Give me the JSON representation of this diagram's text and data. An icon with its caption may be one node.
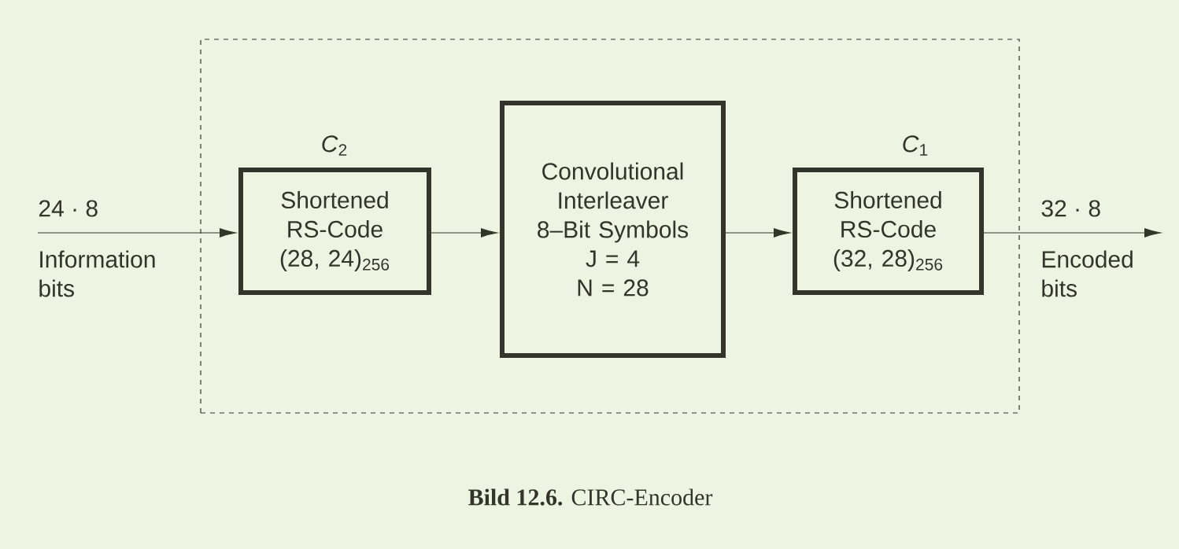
{
  "diagram": {
    "caption": "**Bild 12.6.** CIRC-Encoder",
    "nodes": [
      {
        "text": [],
        "shape": "box"
      },
      {
        "text": [
          "*C*$_{2}$",
          "Shortened RS-Code (28, 24)$_{256}$"
        ],
        "in": 0
      },
      {
        "text": [
          "Convolutional Interleaver 8–Bit Symbols",
          "J = 4",
          "N = 28"
        ],
        "in": 0
      },
      {
        "text": [
          "*C*$_{1}$",
          "Shortened RS-Code (32, 28)$_{256}$"
        ],
        "in": 0
      }
    ],
    "edges": [
      {
        "from": null,
        "to": 1,
        "arrow": "to",
        "label": "24 · 8"
      },
      {
        "from": 1,
        "to": 2,
        "arrow": "to"
      },
      {
        "from": 2,
        "to": 3,
        "arrow": "to"
      },
      {
        "from": 3,
        "to": null,
        "arrow": "to",
        "label": "32 · 8"
      }
    ],
    "labels": [
      "Information bits",
      "Encoded bits"
    ]
  }
}
